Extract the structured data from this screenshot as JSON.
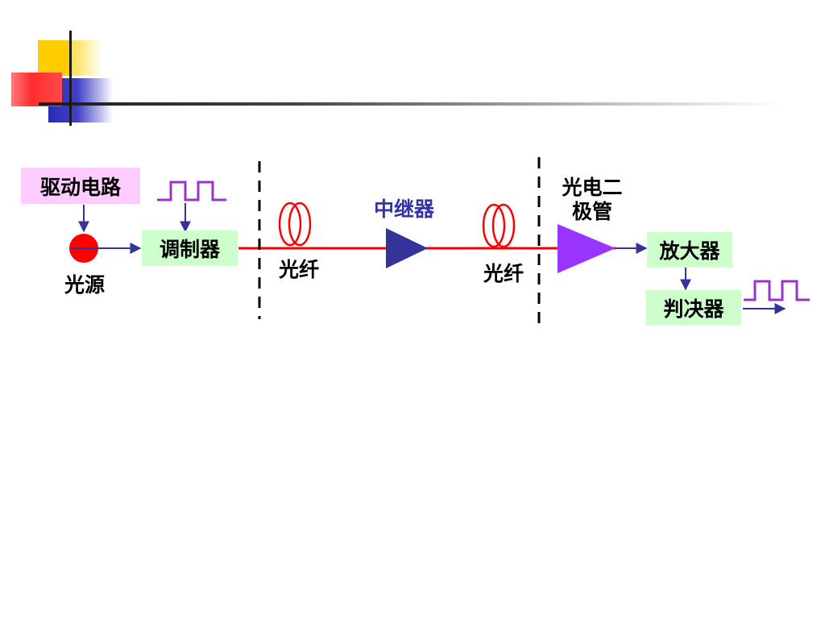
{
  "diagram": {
    "driver_circuit": "驱动电路",
    "light_source": "光源",
    "modulator": "调制器",
    "fiber_1": "光纤",
    "repeater": "中继器",
    "fiber_2": "光纤",
    "photodiode_line1": "光电二",
    "photodiode_line2": "极管",
    "amplifier": "放大器",
    "decider": "判决器"
  },
  "colors": {
    "fiber_line": "#ff0000",
    "arrow": "#333399",
    "repeater_fill": "#333399",
    "photodiode_fill": "#9933ff",
    "pulse": "#9933cc",
    "source_fill": "#ff0000",
    "box_pink": "#ffccff",
    "box_green": "#ccffcc"
  }
}
